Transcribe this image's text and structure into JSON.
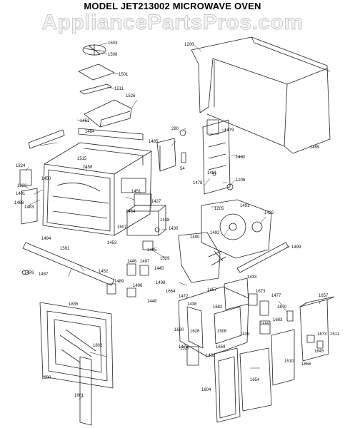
{
  "title": "MODEL JET213002  MICROWAVE OVEN",
  "watermark": "AppliancePartsPros.com",
  "part_labels": [
    "1503",
    "1508",
    "1501",
    "1511",
    "1526",
    "1451",
    "1484",
    "1200",
    "280",
    "1479",
    "1485",
    "1480",
    "1481",
    "1206",
    "1478",
    "1205",
    "1499",
    "1824",
    "1823",
    "1401",
    "1488",
    "1483",
    "1458",
    "1515",
    "1450",
    "1451",
    "1427",
    "1454",
    "1428",
    "1507",
    "1494",
    "1453",
    "1430",
    "1491",
    "1422",
    "1492",
    "1490",
    "1499",
    "1591",
    "1495",
    "1529",
    "1476",
    "1487",
    "1452",
    "1446",
    "1497",
    "1445",
    "1489",
    "1496",
    "1498",
    "1448",
    "1664",
    "1433",
    "1472",
    "1457",
    "1438",
    "1673",
    "1477",
    "1657",
    "1835",
    "1680",
    "1682",
    "1670",
    "1626",
    "1506",
    "1439",
    "1655",
    "1683",
    "1673",
    "1511",
    "1475",
    "1645",
    "1527",
    "1432",
    "1659",
    "1802",
    "1510",
    "1656",
    "1604",
    "1654",
    "1600",
    "1601",
    "54"
  ]
}
